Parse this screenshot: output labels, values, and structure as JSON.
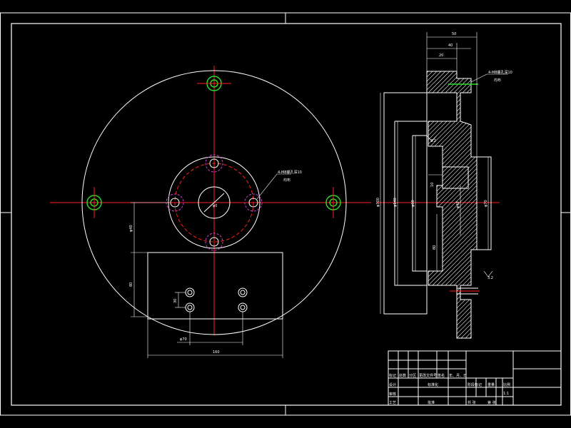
{
  "colors": {
    "background": "#000000",
    "outline": "#ffffff",
    "centerline": "#ff2020",
    "mounting_holes": "#29e029",
    "hidden_circle": "#d040d0"
  },
  "front_view": {
    "center_mark": "φ0",
    "hole_callout_1": "4-M8螺孔深10",
    "hole_callout_2": "均布",
    "dim_left_upper": "φ40",
    "dim_left_lower": "80",
    "dim_hole_spacing": "30",
    "dim_hole_width": "φ70",
    "dim_bottom_width": "160"
  },
  "side_view": {
    "dim_top_1": "50",
    "dim_top_2": "40",
    "dim_top_3": "20",
    "hole_callout_1": "4-M8螺孔深10",
    "hole_callout_2": "均布",
    "dim_overall": "φ300",
    "dim_inner_1": "φ140",
    "dim_inner_2": "φ60",
    "dim_step": "80",
    "dim_bore": "φ40",
    "dim_boss": "φ70",
    "dim_small": "10",
    "roughness_1": "3.2",
    "roughness_2": "3.2"
  },
  "title_block": {
    "row_labels": [
      "标记",
      "处数",
      "分区",
      "更改文件号",
      "签名",
      "年、月、日"
    ],
    "designer": "设计",
    "checker": "审核",
    "process": "工艺",
    "standard": "标准化",
    "approve": "批准",
    "stage": "阶段标记",
    "weight": "重量",
    "scale": "比例",
    "scale_value": "1:1",
    "sheet_total": "共  张",
    "sheet_no": "第  张"
  }
}
